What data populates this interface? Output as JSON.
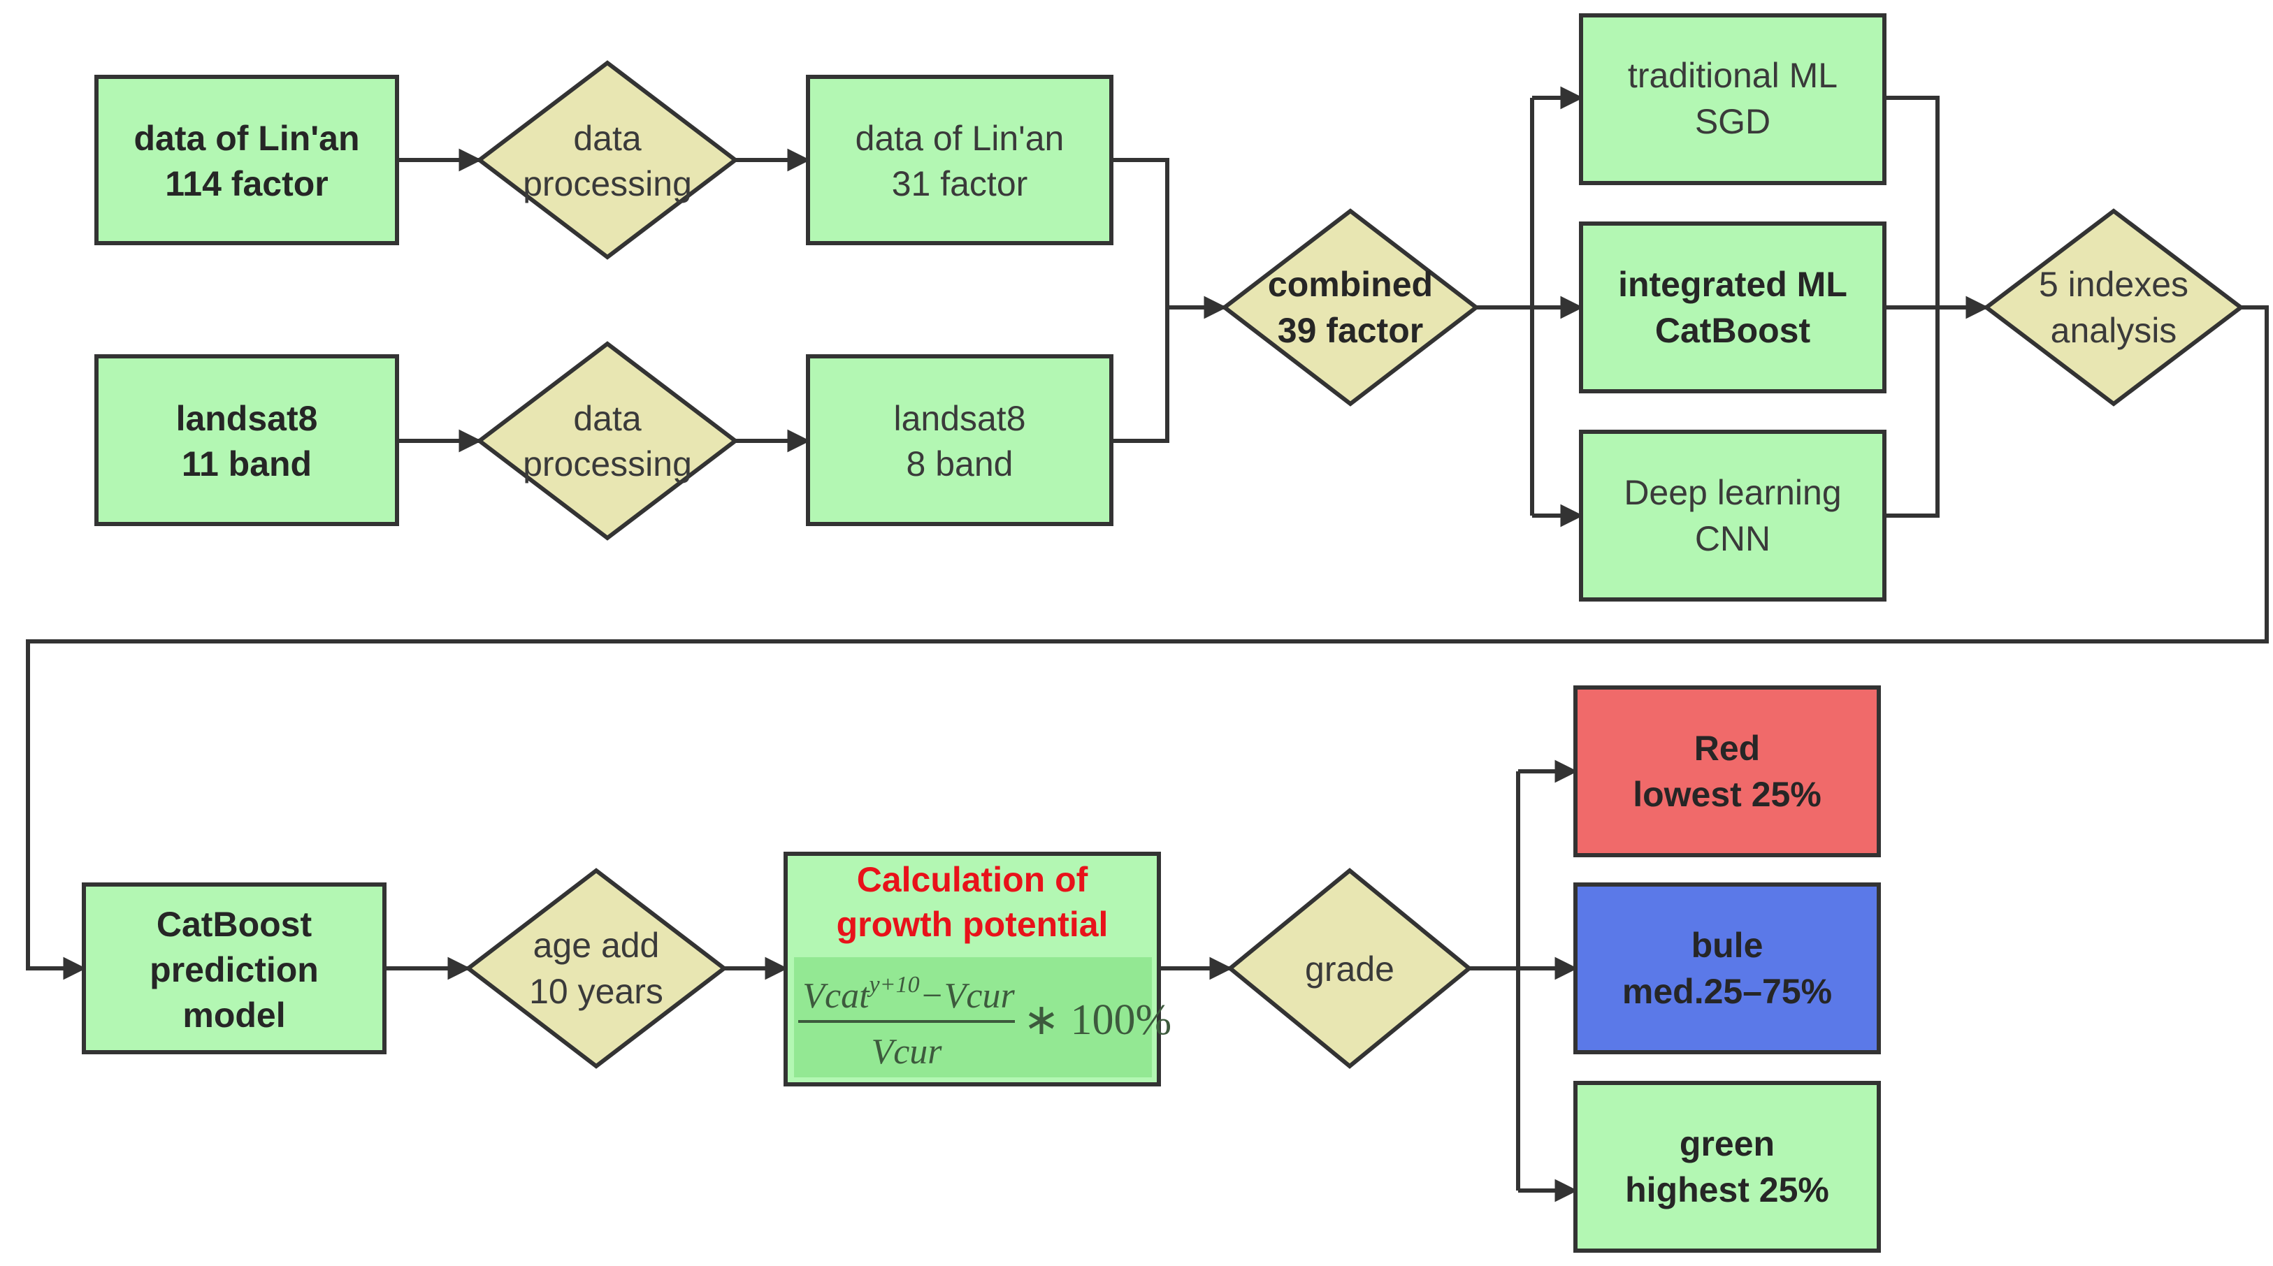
{
  "colors": {
    "box_fill": "#b3f7b3",
    "diamond_fill": "#e8e6b2",
    "red_box": "#f06a6a",
    "blue_box": "#5b79e8",
    "formula_fill": "#93e893",
    "stroke": "#333333",
    "title_red": "#e8121a"
  },
  "nodes": {
    "linan114": {
      "lines": [
        "data of Lin'an",
        "114 factor"
      ]
    },
    "landsat11": {
      "lines": [
        "landsat8",
        "11 band"
      ]
    },
    "proc1": {
      "lines": [
        "data",
        "processing"
      ]
    },
    "proc2": {
      "lines": [
        "data",
        "processing"
      ]
    },
    "linan31": {
      "lines": [
        "data of Lin'an",
        "31 factor"
      ]
    },
    "landsat8band": {
      "lines": [
        "landsat8",
        "8 band"
      ]
    },
    "combined": {
      "lines": [
        "combined",
        "39 factor"
      ]
    },
    "sgd": {
      "lines": [
        "traditional ML",
        "SGD"
      ]
    },
    "catboost_ml": {
      "lines": [
        "integrated ML",
        "CatBoost"
      ]
    },
    "cnn": {
      "lines": [
        "Deep learning",
        "CNN"
      ]
    },
    "indexes": {
      "lines": [
        "5 indexes",
        "analysis"
      ]
    },
    "catboost_model": {
      "lines": [
        "CatBoost",
        "prediction",
        "model"
      ]
    },
    "age": {
      "lines": [
        "age add",
        "10 years"
      ]
    },
    "growth": {
      "lines": [
        "Calculation of",
        "growth potential"
      ],
      "formula": {
        "num_base": "Vcat",
        "num_sup": "y+10",
        "num_rest": "−Vcur",
        "den": "Vcur",
        "mult": "∗ 100%"
      }
    },
    "grade": {
      "lines": [
        "grade"
      ]
    },
    "red": {
      "lines": [
        "Red",
        "lowest 25%"
      ]
    },
    "blue": {
      "lines": [
        "bule",
        "med.25–75%"
      ]
    },
    "green": {
      "lines": [
        "green",
        "highest 25%"
      ]
    }
  }
}
